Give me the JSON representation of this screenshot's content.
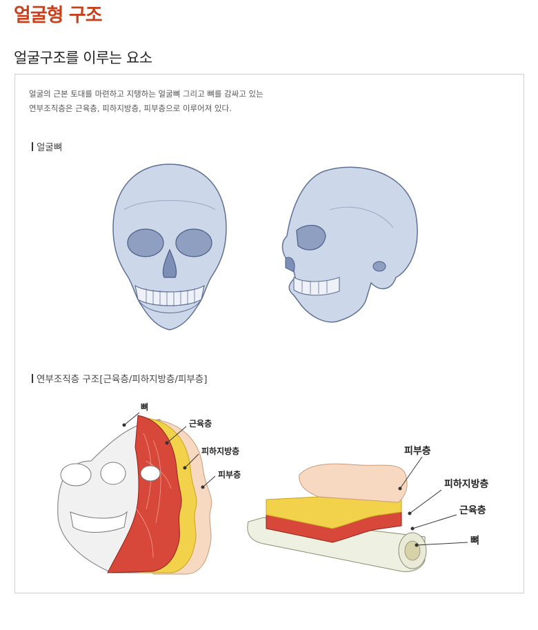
{
  "page_title": "얼굴형 구조",
  "section_title": "얼굴구조를 이루는 요소",
  "intro": {
    "line1": "얼굴의 근본 토대를 마련하고 지탱하는 얼굴뼈 그리고 뼈를 감싸고 있는",
    "line2": "연부조직층은 근육층, 피하지방층, 피부층으로 이루어져 있다."
  },
  "sections": [
    {
      "title": "얼굴뼈"
    },
    {
      "title": "연부조직층 구조[근육층/피하지방층/피부층]"
    }
  ],
  "face_labels": {
    "bone": "뼈",
    "muscle": "근육층",
    "fat": "피하지방층",
    "skin": "피부층"
  },
  "block_labels": {
    "skin": "피부층",
    "fat": "피하지방층",
    "muscle": "근육층",
    "bone": "뼈"
  },
  "colors": {
    "title_accent": "#c8401c",
    "skull": "#c9d4e8",
    "muscle": "#d8483a",
    "fat": "#f2d24a",
    "skin": "#f5d3b8"
  }
}
